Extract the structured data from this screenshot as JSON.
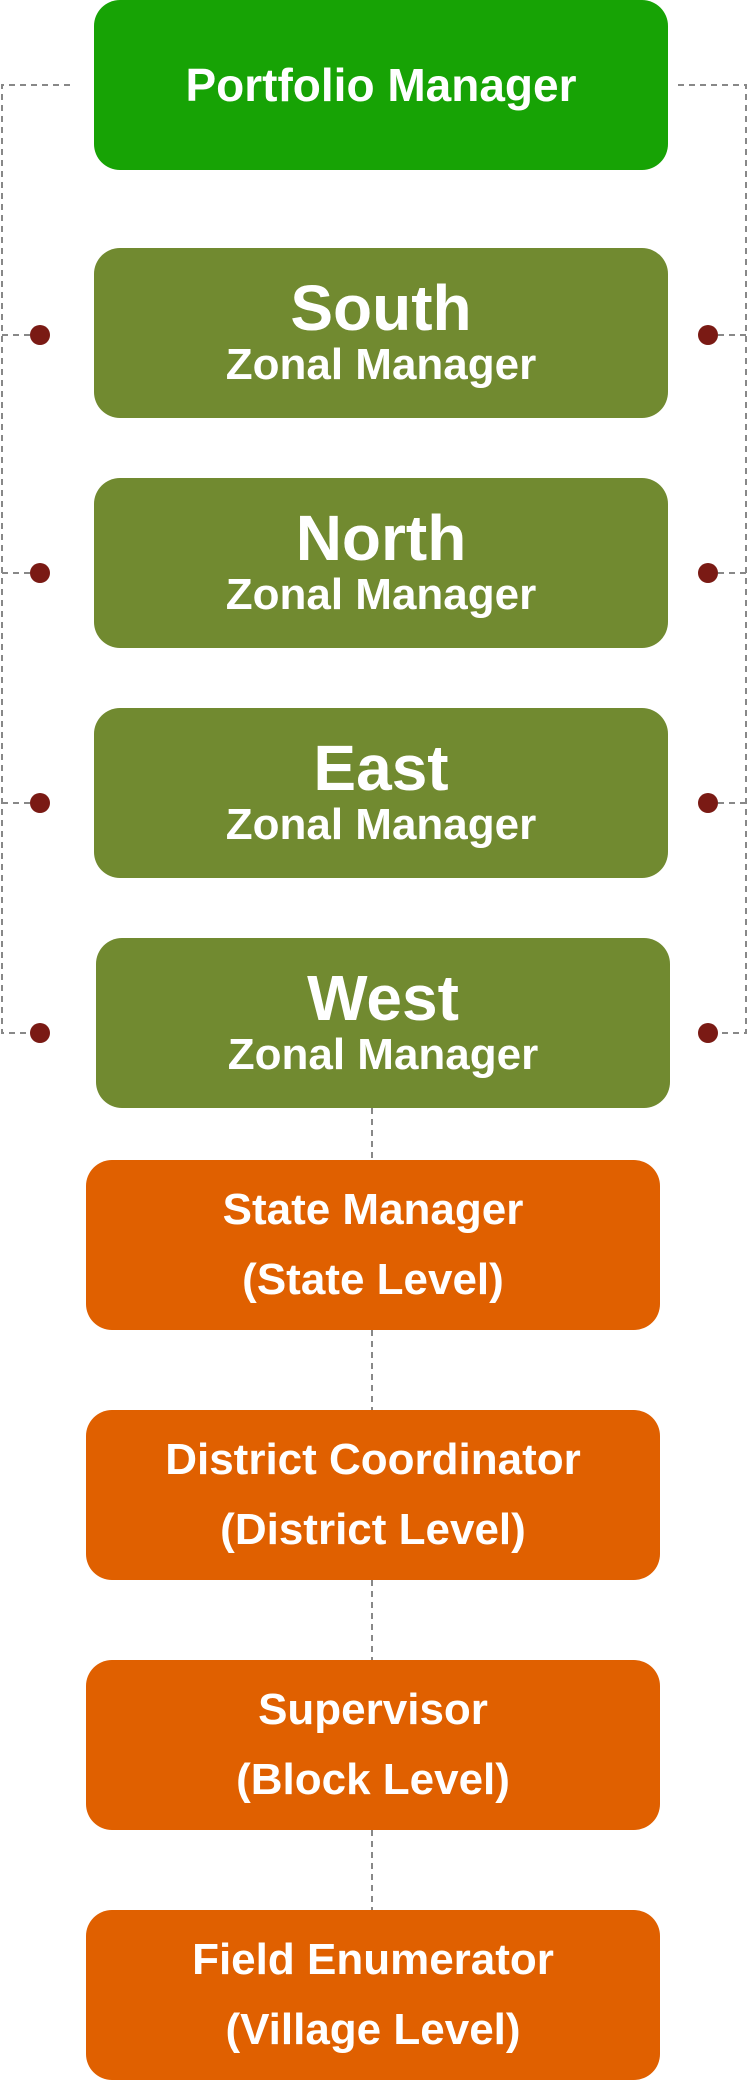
{
  "top": {
    "label": "Portfolio Manager",
    "color": "#17a305"
  },
  "zones": [
    {
      "region": "South",
      "role": "Zonal Manager"
    },
    {
      "region": "North",
      "role": "Zonal Manager"
    },
    {
      "region": "East",
      "role": "Zonal Manager"
    },
    {
      "region": "West",
      "role": "Zonal Manager"
    }
  ],
  "levels": [
    {
      "title": "State Manager",
      "level": "(State Level)"
    },
    {
      "title": "District Coordinator",
      "level": "(District Level)"
    },
    {
      "title": "Supervisor",
      "level": "(Block Level)"
    },
    {
      "title": "Field Enumerator",
      "level": "(Village Level)"
    }
  ],
  "colors": {
    "zone": "#718a30",
    "level": "#e06000",
    "dot": "#7a1a14",
    "connector": "#888888"
  }
}
